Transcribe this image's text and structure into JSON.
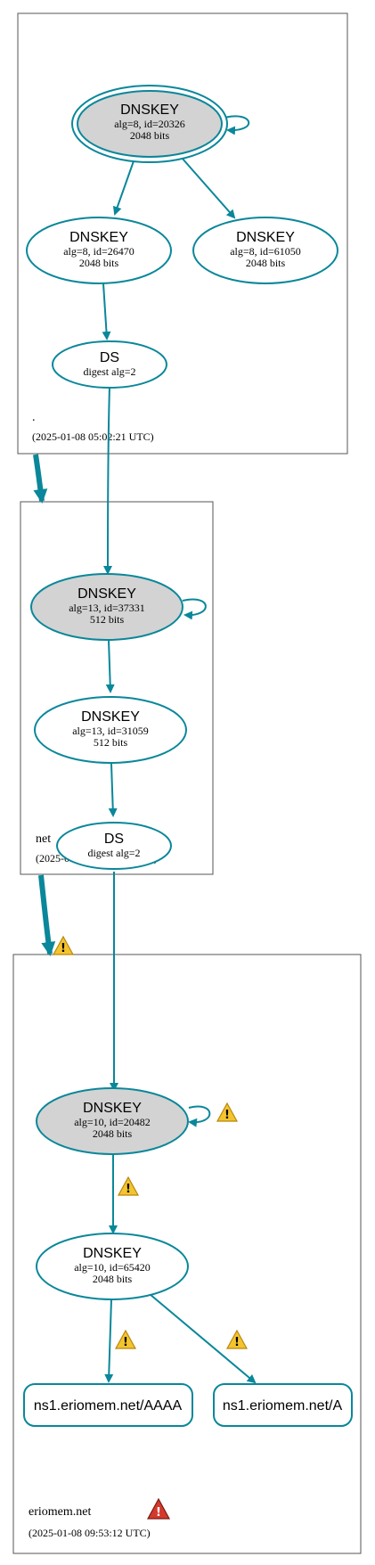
{
  "colors": {
    "edge": "#0a879a",
    "key_fill_ksk": "#d3d3d3",
    "warning": "#f4c430",
    "error": "#d33a2c"
  },
  "zones": [
    {
      "name": ".",
      "timestamp": "(2025-01-08 05:02:21 UTC)"
    },
    {
      "name": "net",
      "timestamp": "(2025-01-08 06:34:21 UTC)"
    },
    {
      "name": "eriomem.net",
      "timestamp": "(2025-01-08 09:53:12 UTC)"
    }
  ],
  "nodes": {
    "root_ksk": {
      "title": "DNSKEY",
      "line1": "alg=8, id=20326",
      "line2": "2048 bits"
    },
    "root_zsk1": {
      "title": "DNSKEY",
      "line1": "alg=8, id=26470",
      "line2": "2048 bits"
    },
    "root_zsk2": {
      "title": "DNSKEY",
      "line1": "alg=8, id=61050",
      "line2": "2048 bits"
    },
    "root_ds": {
      "title": "DS",
      "line1": "digest alg=2"
    },
    "net_ksk": {
      "title": "DNSKEY",
      "line1": "alg=13, id=37331",
      "line2": "512 bits"
    },
    "net_zsk": {
      "title": "DNSKEY",
      "line1": "alg=13, id=31059",
      "line2": "512 bits"
    },
    "net_ds": {
      "title": "DS",
      "line1": "digest alg=2"
    },
    "erio_ksk": {
      "title": "DNSKEY",
      "line1": "alg=10, id=20482",
      "line2": "2048 bits"
    },
    "erio_zsk": {
      "title": "DNSKEY",
      "line1": "alg=10, id=65420",
      "line2": "2048 bits"
    },
    "rr_aaaa": {
      "label": "ns1.eriomem.net/AAAA"
    },
    "rr_a": {
      "label": "ns1.eriomem.net/A"
    }
  },
  "icons": {
    "warning": "warning-triangle-icon",
    "error": "error-triangle-icon"
  }
}
